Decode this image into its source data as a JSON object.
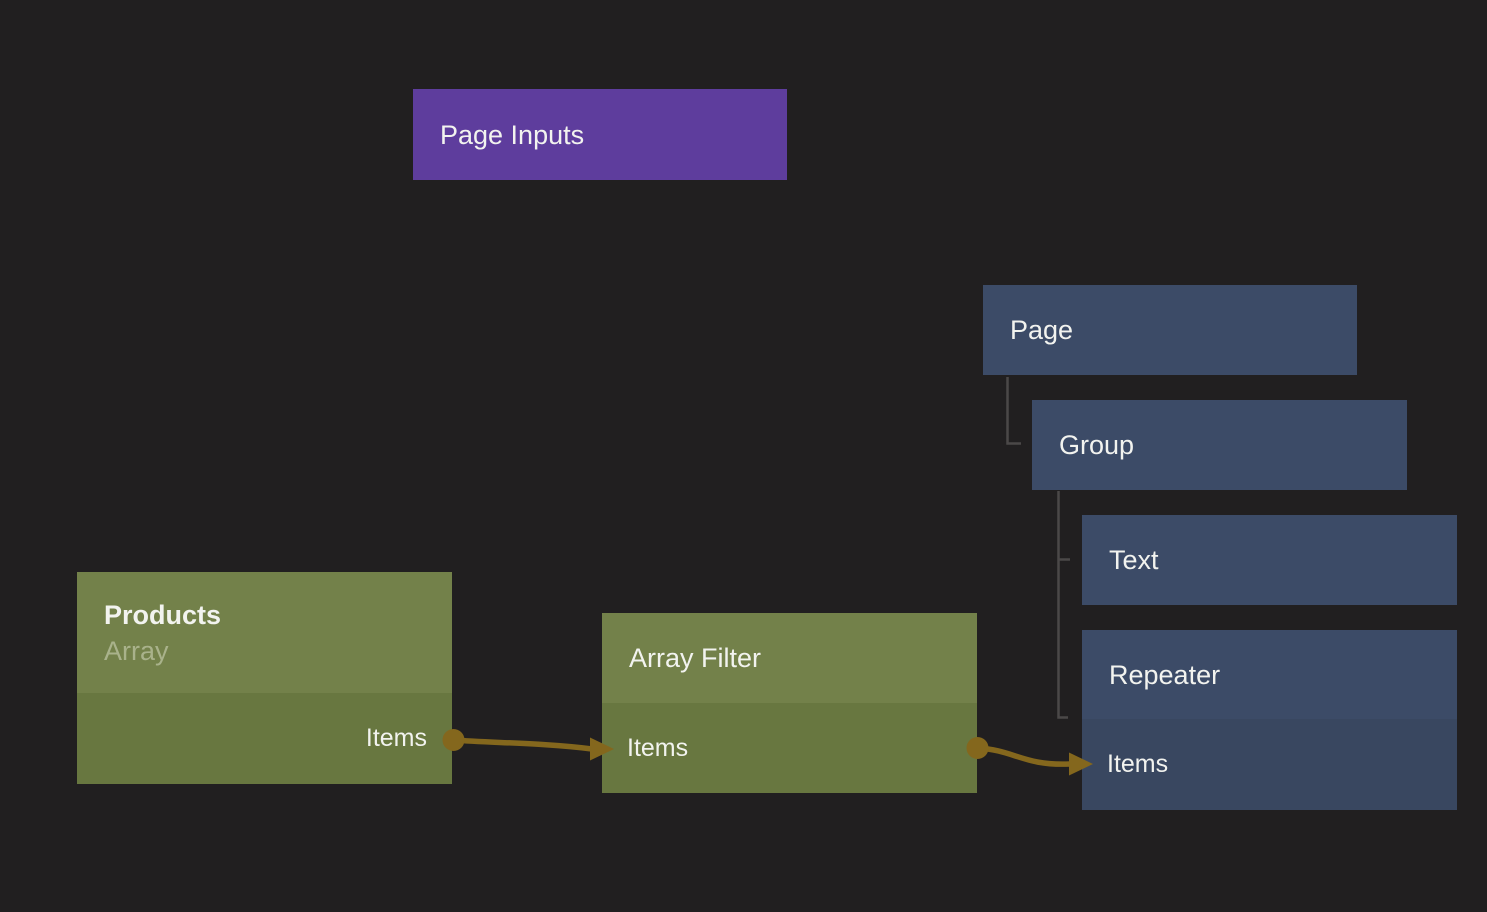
{
  "palette": {
    "background": "#211f20",
    "tree_line": "#4b4848",
    "connection": "#84671d",
    "node_blue": "#3c4b67",
    "node_blue_port": "#394760",
    "node_green_header": "#73814a",
    "node_green_body": "#687740",
    "node_purple": "#5e3d9d",
    "text_primary": "#f2f3ef",
    "text_muted": "#a9b28b"
  },
  "nodes": {
    "page_inputs": {
      "title": "Page Inputs"
    },
    "products": {
      "title": "Products",
      "subtitle": "Array",
      "output_port": {
        "label": "Items"
      }
    },
    "array_filter": {
      "title": "Array Filter",
      "input_port": {
        "label": "Items"
      }
    },
    "page": {
      "title": "Page"
    },
    "group": {
      "title": "Group"
    },
    "text": {
      "title": "Text"
    },
    "repeater": {
      "title": "Repeater",
      "input_port": {
        "label": "Items"
      }
    }
  }
}
